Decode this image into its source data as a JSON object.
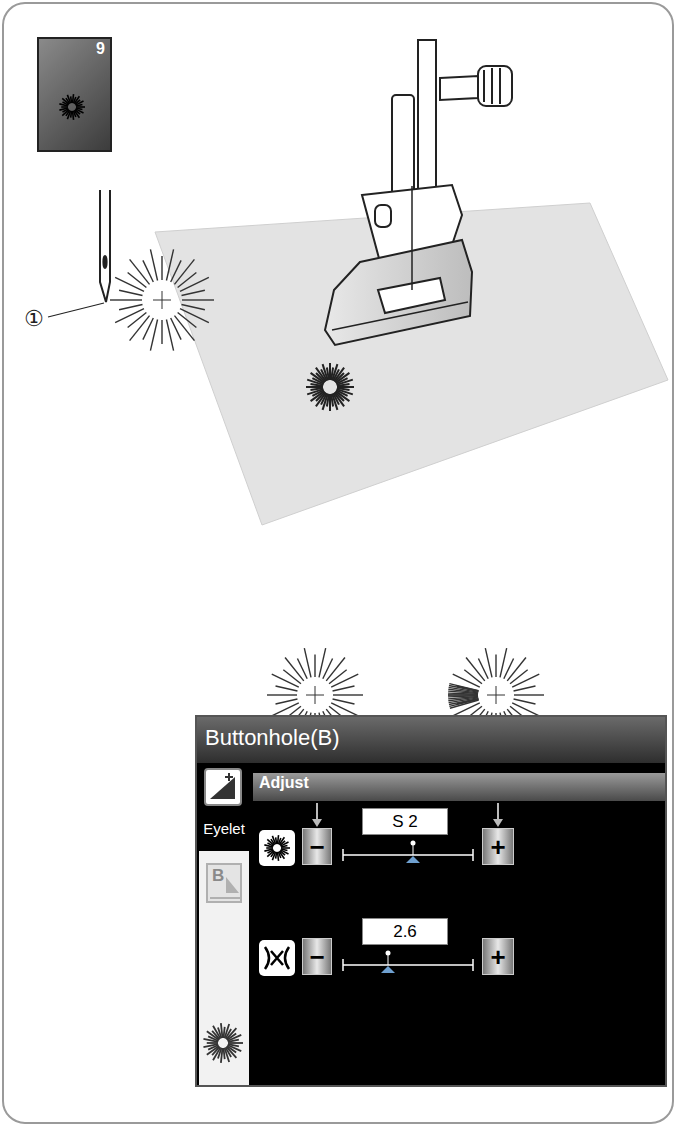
{
  "diagram": {
    "nodes": [
      {
        "text": [
          "9"
        ]
      },
      {
        "text": [
          "Buttonhole(B)"
        ]
      },
      {
        "text": [
          "Eyelet"
        ],
        "in": 1
      },
      {
        "text": [
          "B"
        ],
        "in": 2
      },
      {
        "text": [
          "Adjust"
        ],
        "in": 1
      },
      {
        "text": [
          "−"
        ],
        "in": 4
      },
      {
        "text": [
          "S 2"
        ],
        "in": 4
      },
      {
        "text": [
          "+"
        ],
        "in": 4
      },
      {
        "text": [
          "−"
        ],
        "in": 4
      },
      {
        "text": [
          "2.6"
        ],
        "in": 4
      },
      {
        "text": [
          "+"
        ],
        "in": 4
      }
    ],
    "labels": [
      "①"
    ]
  }
}
